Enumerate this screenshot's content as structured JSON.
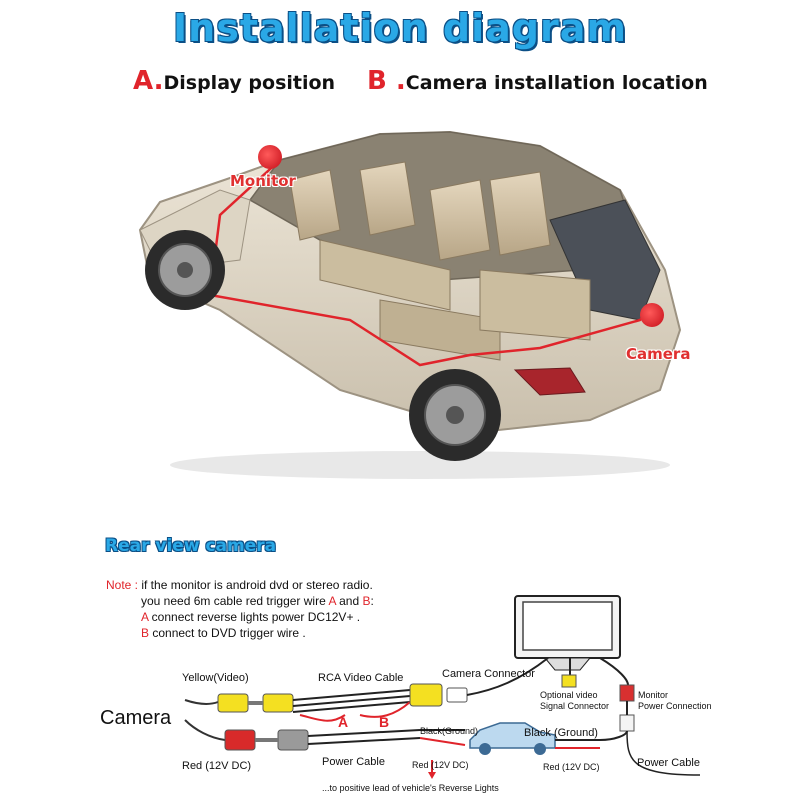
{
  "title": "Installation diagram",
  "legend": {
    "a_letter": "A.",
    "a_text": "Display position",
    "b_letter": "B .",
    "b_text": "Camera installation location"
  },
  "car": {
    "monitor_label": "Monitor",
    "camera_label": "Camera",
    "marker_color": "#d8202a"
  },
  "rear_view_title": "Rear view camera",
  "note": {
    "prefix": "Note :",
    "line1": " if the monitor is android dvd or stereo radio.",
    "line2_a": "you need 6m cable red trigger wire ",
    "line2_A": "A",
    "line2_and": " and ",
    "line2_B": "B",
    "line2_end": ":",
    "line3_letter": "A",
    "line3_text": " connect reverse lights power DC12V+ .",
    "line4_letter": "B",
    "line4_text": " connect to DVD trigger wire ."
  },
  "wiring": {
    "yellow_video": "Yellow(Video)",
    "rca_cable": "RCA Video  Cable",
    "camera_connector": "Camera Connector",
    "camera": "Camera",
    "a_label": "A",
    "b_label": "B",
    "optional_video": "Optional video",
    "signal_connector": "Signal Connector",
    "monitor": "Monitor",
    "power_connection": "Power Connection",
    "black_ground_1": "Black(Ground)",
    "black_ground_2": "Black (Ground)",
    "red_12v_left": "Red (12V DC)",
    "power_cable_left": "Power  Cable",
    "red_12v_mid": "Red (12V DC)",
    "red_12v_right": "Red (12V DC)",
    "power_cable_right": "Power  Cable",
    "reverse_lights": "...to positive lead of vehicle's Reverse Lights"
  }
}
